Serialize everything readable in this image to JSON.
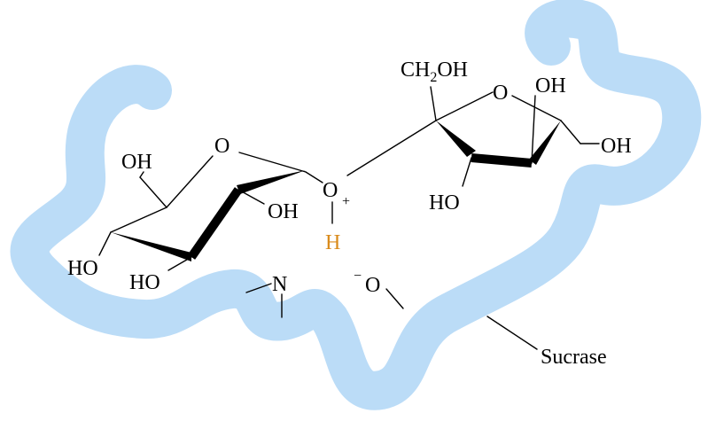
{
  "colors": {
    "enzyme": "#bbdcf7",
    "bond": "#000000",
    "proton": "#d98a1a"
  },
  "glucose": {
    "ring_oxygen": "O",
    "oh_c6": "OH",
    "oh_c2": "OH",
    "oh_c3": "HO",
    "oh_c4": "HO"
  },
  "glycosidic": {
    "oxygen": "O",
    "charge": "+",
    "proton": "H"
  },
  "fructose": {
    "ch2oh": {
      "prefix": "CH",
      "sub": "2",
      "suffix": "OH"
    },
    "ring_oxygen": "O",
    "oh_anomeric": "OH",
    "ch2oh_right": "OH",
    "oh_c3": "HO"
  },
  "active_site": {
    "nitrogen": "N",
    "carboxylate_charge": "−",
    "carboxylate_oxygen": "O"
  },
  "enzyme_label": "Sucrase"
}
